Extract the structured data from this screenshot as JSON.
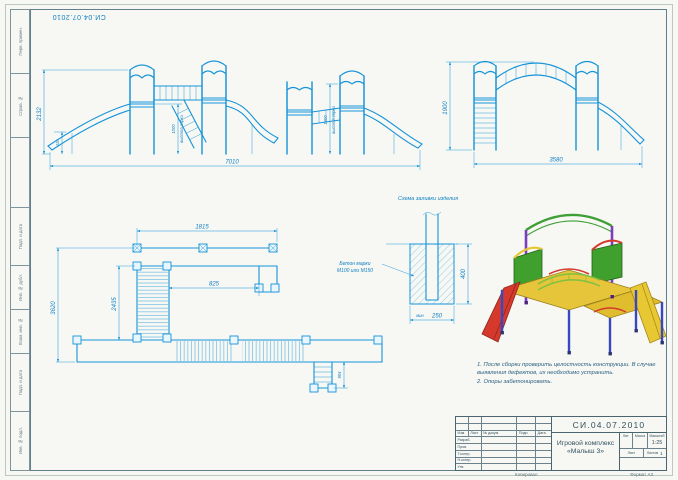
{
  "sheet": {
    "code_rotated": "СИ.04.07.2010",
    "copied_label": "Копировал",
    "format_label": "Формат",
    "format_value": "А3"
  },
  "colors": {
    "line_blue": "#1593d8",
    "frame": "#5f7f8a",
    "iso_red": "#d4392c",
    "iso_green": "#3fa02e",
    "iso_yellow": "#e7c53a",
    "iso_blue": "#3948c2",
    "iso_purple": "#7a3fc0"
  },
  "stamps": [
    "Перв. примен.",
    "Справ. №",
    "Подп. и дата",
    "Инв. № дубл.",
    "Взам. инв. №",
    "Подп. и дата",
    "Инв. № подл."
  ],
  "front_view": {
    "dim_height": "2132",
    "dim_width": "7010",
    "dim_slide_low": "1000",
    "slide_low_label": "высота горки",
    "dim_slide_high": "1600",
    "slide_high_label": "высота горки",
    "dim_base": "410"
  },
  "side_view": {
    "dim_height": "1900",
    "dim_width": "3580"
  },
  "plan_view": {
    "dim_top": "1815",
    "dim_left": "3620",
    "dim_mid": "2435",
    "dim_inner": "825",
    "dim_right": "904"
  },
  "foundation": {
    "title": "Схема заливки изделия",
    "note_line1": "Бетон марки",
    "note_line2": "М100 или М150",
    "dim_depth": "400",
    "dim_min_label": "мин",
    "dim_width": "250"
  },
  "notes": {
    "line1": "1. После сборки проверить целостность конструкции. В случае",
    "line2": "выявления дефектов, их необходимо устранить.",
    "line3": "2. Опоры забетонировать."
  },
  "titleblock": {
    "doc_code": "СИ.04.07.2010",
    "product_line1": "Игровой комплекс",
    "product_line2": "«Малыш 3»",
    "header_izm": "Изм.",
    "header_list": "Лист",
    "header_doc": "№ докум.",
    "header_sign": "Подп.",
    "header_date": "Дата",
    "row_razrab": "Разраб.",
    "row_prov": "Пров.",
    "row_tkontr": "Т.контр.",
    "row_nkontr": "Н.контр.",
    "row_utv": "Утв.",
    "lit_label": "Лит.",
    "massa_label": "Масса",
    "scale_label": "Масштаб",
    "scale_value": "1:25",
    "sheet_label": "Лист",
    "sheets_label": "Листов",
    "sheets_value": "1"
  }
}
